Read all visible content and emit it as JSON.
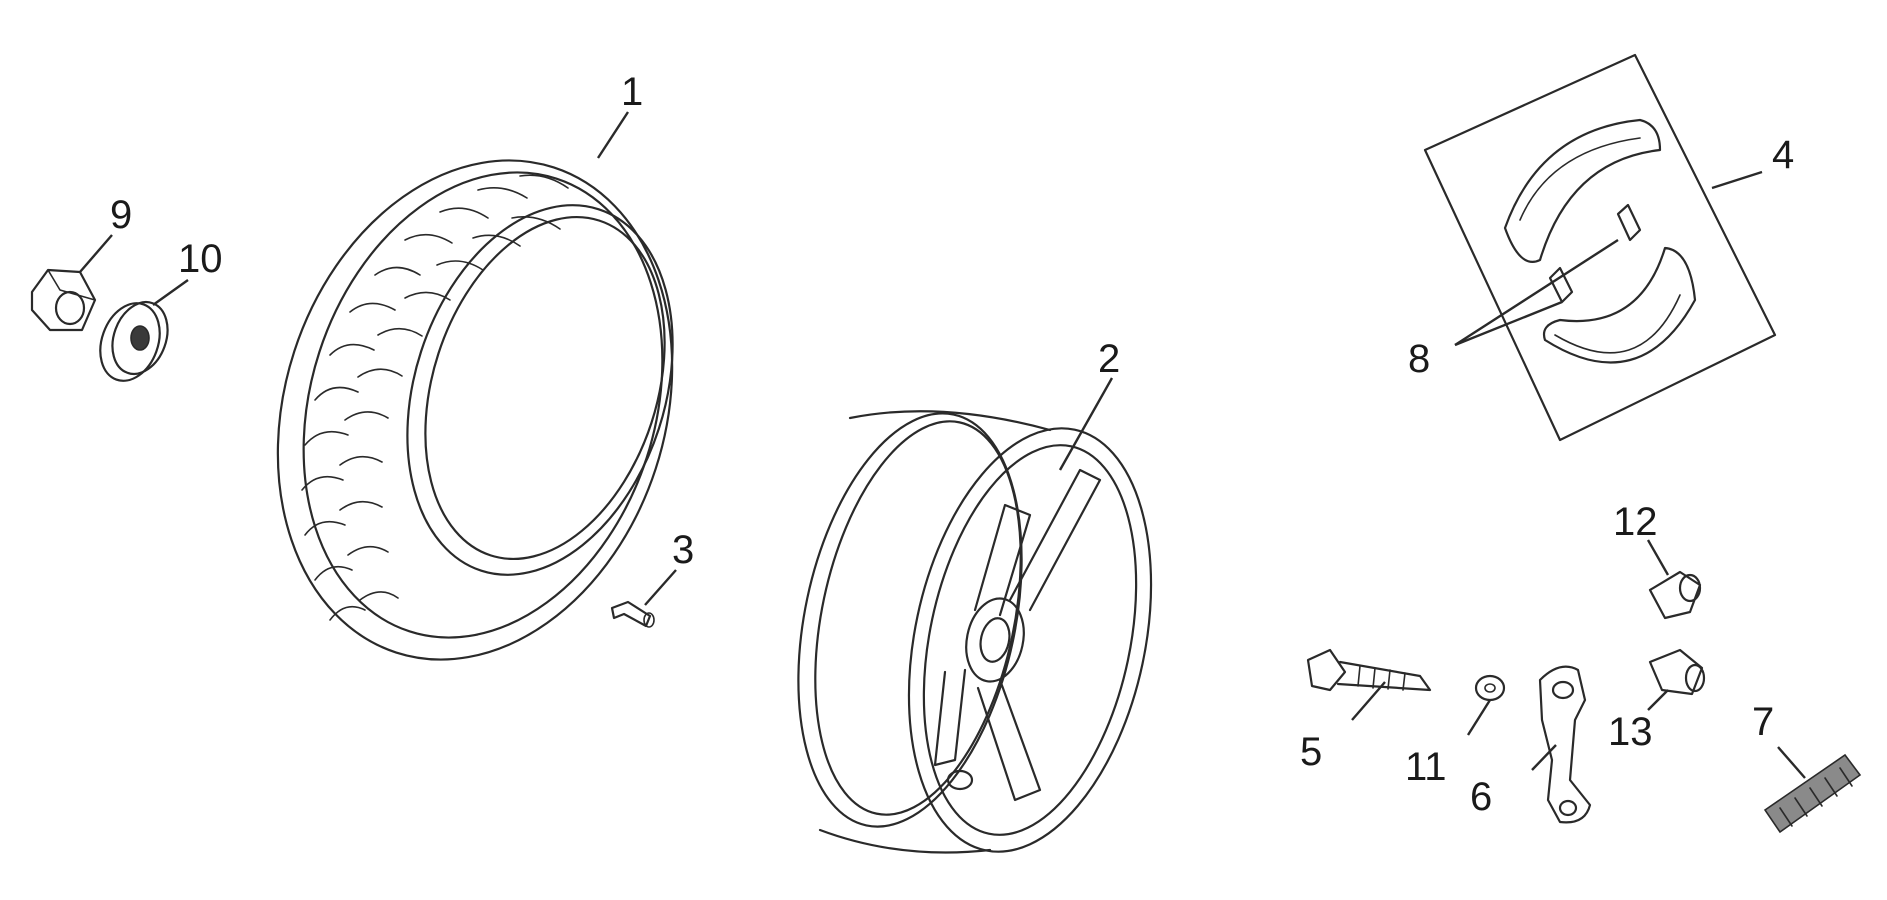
{
  "colors": {
    "background": "#ffffff",
    "ink": "#2a2a2a"
  },
  "parts": [
    {
      "number": "1",
      "depicts": "tire"
    },
    {
      "number": "2",
      "depicts": "wheel-rim"
    },
    {
      "number": "3",
      "depicts": "valve"
    },
    {
      "number": "4",
      "depicts": "brake-shoe-set"
    },
    {
      "number": "5",
      "depicts": "bolt"
    },
    {
      "number": "6",
      "depicts": "brake-arm"
    },
    {
      "number": "7",
      "depicts": "spring"
    },
    {
      "number": "8",
      "depicts": "brake-shoe-springs"
    },
    {
      "number": "9",
      "depicts": "nut"
    },
    {
      "number": "10",
      "depicts": "collar"
    },
    {
      "number": "11",
      "depicts": "washer"
    },
    {
      "number": "12",
      "depicts": "cap"
    },
    {
      "number": "13",
      "depicts": "cap"
    }
  ]
}
